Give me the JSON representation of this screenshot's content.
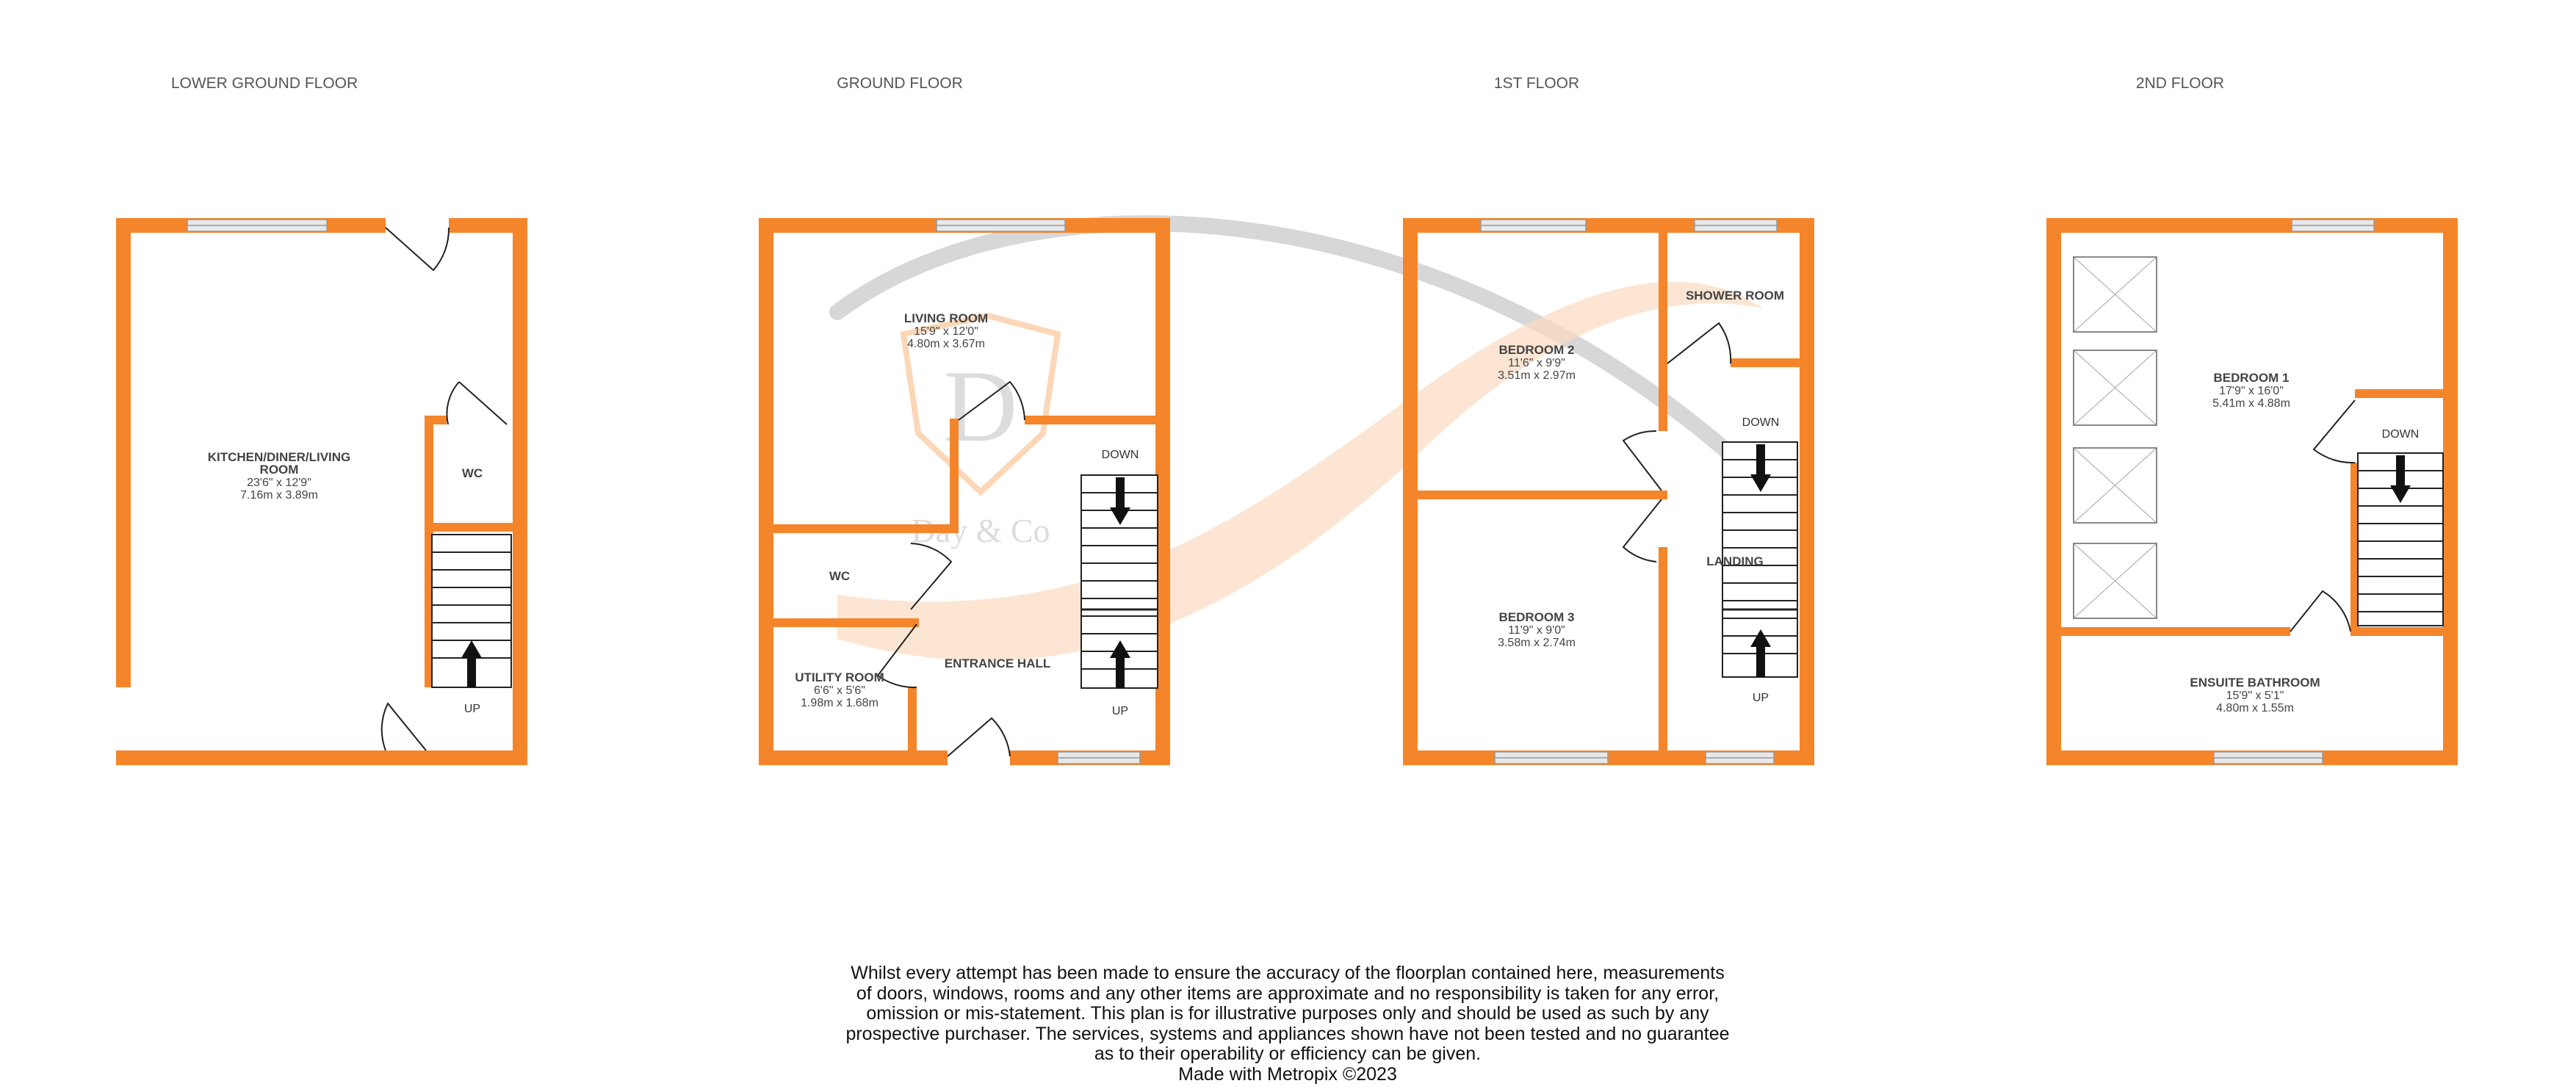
{
  "colors": {
    "wall": "#f5852a",
    "window": "#e8e8e8",
    "line": "#222222",
    "watermark_arc": "#d3d3d3",
    "watermark_swoosh": "#fbd9bb"
  },
  "watermark": {
    "monogram": "D",
    "brand": "Day & Co"
  },
  "floors": [
    {
      "title": "LOWER GROUND FLOOR",
      "rooms": [
        {
          "name": "KITCHEN/DINER/LIVING",
          "name2": "ROOM",
          "imperial": "23'6\"  x 12'9\"",
          "metric": "7.16m  x 3.89m"
        },
        {
          "name": "WC"
        }
      ],
      "stairs": [
        {
          "label": "UP"
        }
      ]
    },
    {
      "title": "GROUND FLOOR",
      "rooms": [
        {
          "name": "LIVING ROOM",
          "imperial": "15'9\"  x 12'0\"",
          "metric": "4.80m  x 3.67m"
        },
        {
          "name": "WC"
        },
        {
          "name": "UTILITY ROOM",
          "imperial": "6'6\"  x 5'6\"",
          "metric": "1.98m  x 1.68m"
        },
        {
          "name": "ENTRANCE HALL"
        }
      ],
      "stairs": [
        {
          "label": "DOWN"
        },
        {
          "label": "UP"
        }
      ]
    },
    {
      "title": "1ST FLOOR",
      "rooms": [
        {
          "name": "BEDROOM 2",
          "imperial": "11'6\"  x 9'9\"",
          "metric": "3.51m  x 2.97m"
        },
        {
          "name": "SHOWER ROOM"
        },
        {
          "name": "BEDROOM 3",
          "imperial": "11'9\"  x 9'0\"",
          "metric": "3.58m  x 2.74m"
        },
        {
          "name": "LANDING"
        }
      ],
      "stairs": [
        {
          "label": "DOWN"
        },
        {
          "label": "UP"
        }
      ]
    },
    {
      "title": "2ND FLOOR",
      "rooms": [
        {
          "name": "BEDROOM 1",
          "imperial": "17'9\"  x 16'0\"",
          "metric": "5.41m  x 4.88m"
        },
        {
          "name": "ENSUITE BATHROOM",
          "imperial": "15'9\"  x 5'1\"",
          "metric": "4.80m  x 1.55m"
        }
      ],
      "stairs": [
        {
          "label": "DOWN"
        }
      ]
    }
  ],
  "disclaimer": {
    "lines": [
      "Whilst every attempt has been made to ensure the accuracy of the floorplan contained here, measurements",
      "of doors, windows, rooms and any other items are approximate and no responsibility is taken for any error,",
      "omission or mis-statement. This plan is for illustrative purposes only and should be used as such by any",
      "prospective purchaser. The services, systems and appliances shown have not been tested and no guarantee",
      "as to their operability or efficiency can be given."
    ],
    "credit": "Made with Metropix ©2023"
  }
}
